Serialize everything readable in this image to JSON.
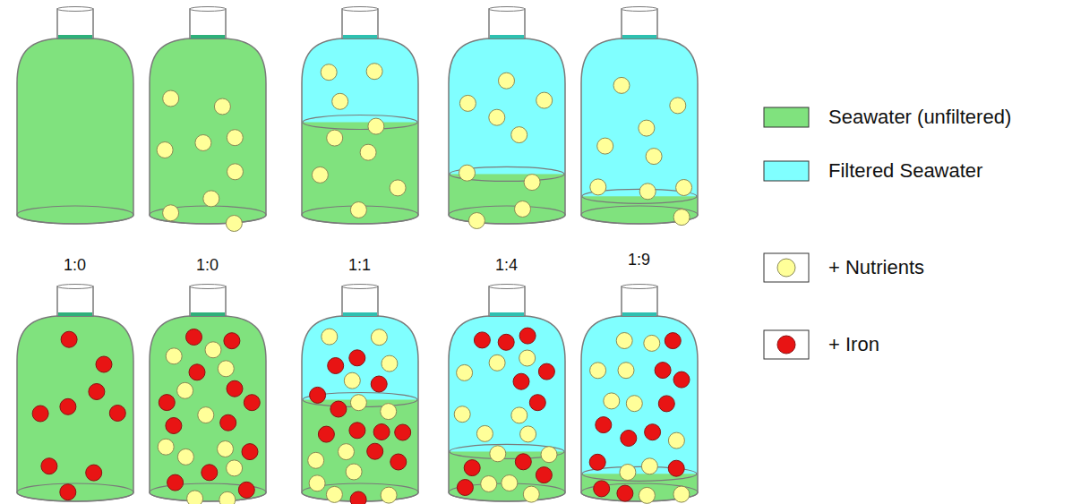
{
  "diagram": {
    "labels": [
      "1:0",
      "1:0",
      "1:1",
      "1:4",
      "1:9"
    ],
    "legend": [
      {
        "text": "Seawater (unfiltered)",
        "color": "#80e27e"
      },
      {
        "text": "Filtered Seawater",
        "color": "#80ffff"
      },
      {
        "text": "+ Nutrients"
      },
      {
        "text": "+ Iron"
      }
    ]
  }
}
